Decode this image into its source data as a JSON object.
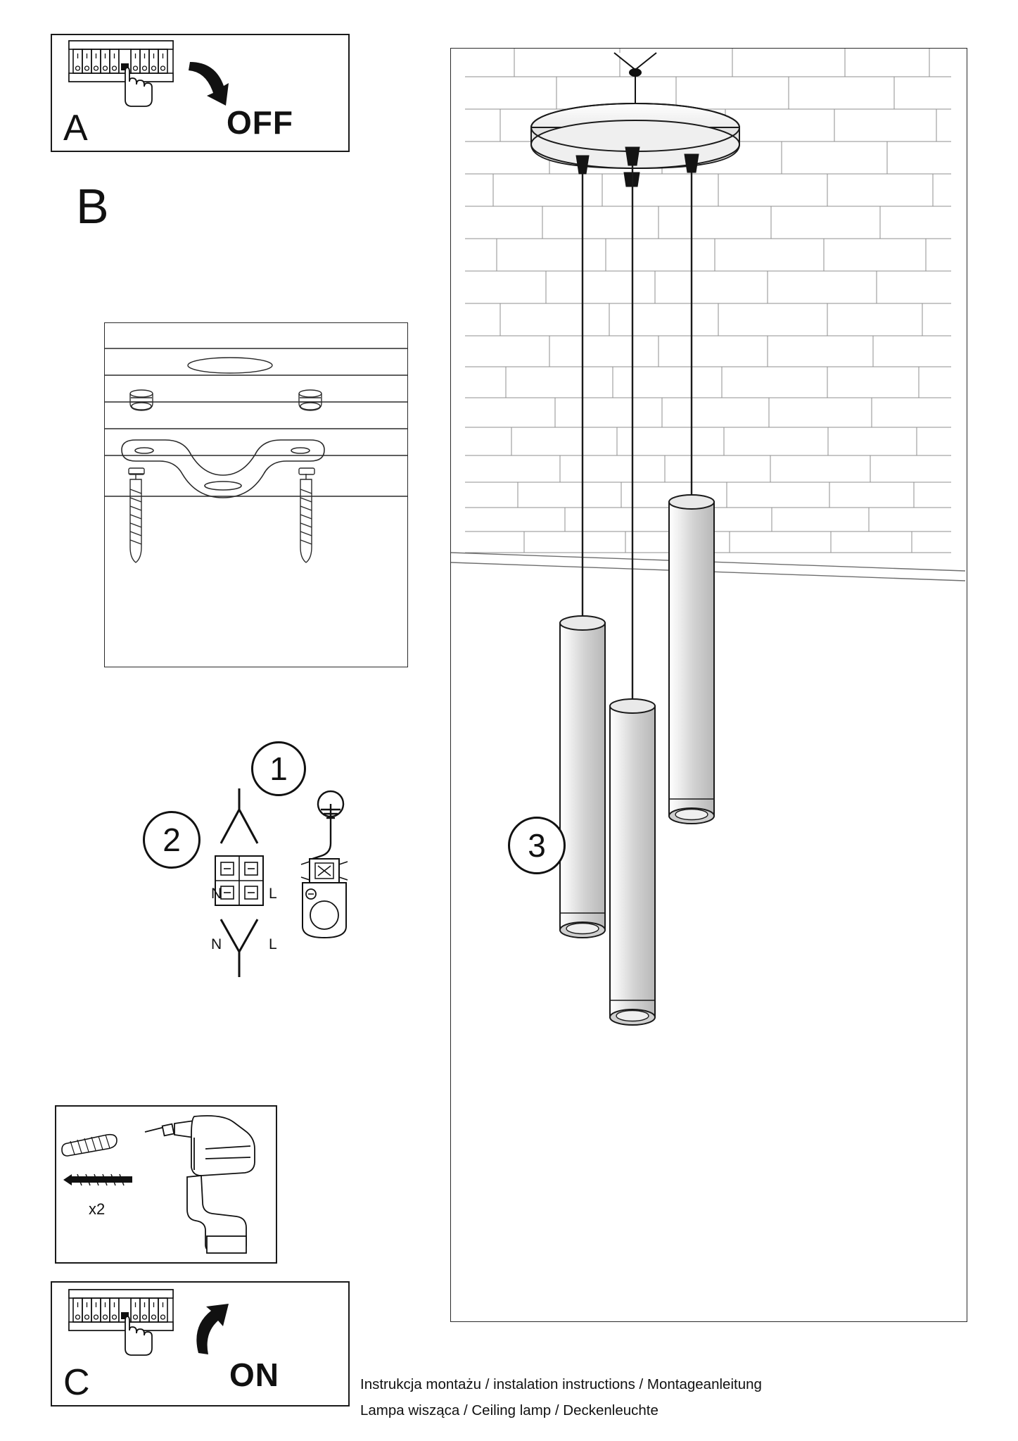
{
  "document": {
    "type": "assembly-instruction-sheet",
    "product": "Lampa wisząca / Ceiling lamp / Deckenleuchte"
  },
  "steps": {
    "a": {
      "letter": "A",
      "action_label": "OFF",
      "description": "Switch off the circuit breaker"
    },
    "b": {
      "letter": "B"
    },
    "c": {
      "letter": "C",
      "action_label": "ON",
      "description": "Switch on the circuit breaker"
    },
    "one": {
      "number": "1",
      "description": "Mount bracket to ceiling with screws"
    },
    "two": {
      "number": "2",
      "terminal_labels": {
        "top_left": "N",
        "top_right": "L",
        "bottom_left": "N",
        "bottom_right": "L"
      },
      "earth_symbol": "earth-ground"
    },
    "three": {
      "number": "3",
      "description": "Assembled triple pendant lamp hanging from ceiling"
    },
    "drill": {
      "quantity_label": "x2",
      "description": "Drill holes, insert wall plugs and screws"
    }
  },
  "footer": {
    "line1": "Instrukcja montażu / instalation instructions / Montageanleitung",
    "line2": "Lampa wisząca / Ceiling lamp / Deckenleuchte"
  },
  "colors": {
    "ink": "#111111",
    "line": "#2a2a2a",
    "paper": "#ffffff",
    "metal_fill": "#d9d9d9",
    "dark_fill": "#1a1a1a"
  }
}
